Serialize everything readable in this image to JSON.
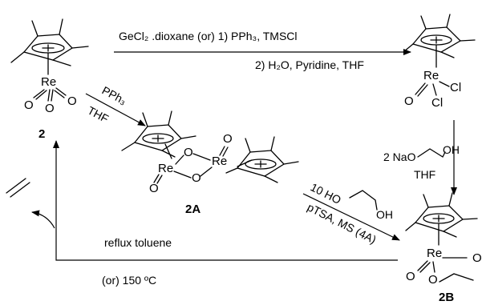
{
  "compounds": {
    "c2": "2",
    "c2A": "2A",
    "c2B": "2B"
  },
  "atoms": {
    "re": "Re",
    "o": "O",
    "cl": "Cl",
    "oh": "OH",
    "ho": "HO"
  },
  "reagents": {
    "top_line1": "GeCl₂ .dioxane  (or)  1) PPh₃, TMSCl",
    "top_line2": "2) H₂O, Pyridine, THF",
    "pph3_top": "PPh₃",
    "pph3_bottom": "THF",
    "naO_prefix": "2 NaO",
    "naO_solvent": "THF",
    "diol_prefix": "10 HO",
    "diol_conditions": "pTSA, MS (4A)",
    "reflux": "reflux toluene",
    "alt_conditions": "(or) 150 ºC"
  },
  "colors": {
    "ink": "#000000",
    "background": "#ffffff"
  }
}
